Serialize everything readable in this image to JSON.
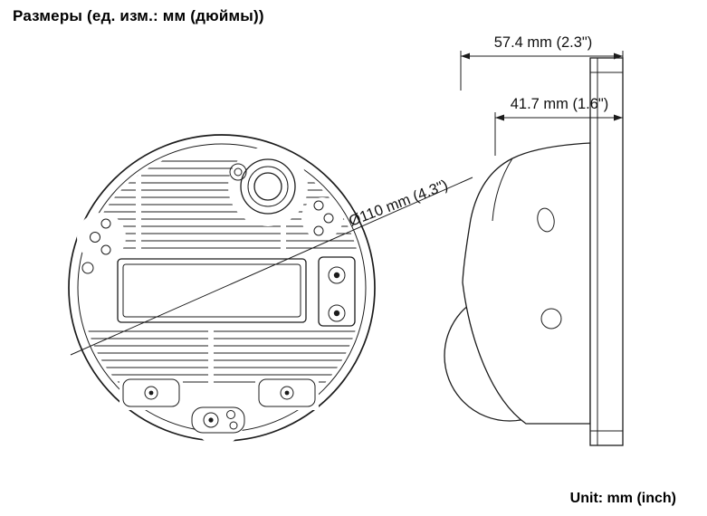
{
  "page": {
    "title": "Размеры (ед. изм.: мм (дюймы))",
    "unit_note": "Unit: mm (inch)"
  },
  "dimensions": {
    "depth_total": "57.4 mm (2.3\")",
    "depth_body": "41.7 mm (1.6\")",
    "diameter": "Ø110 mm (4.3\")"
  }
}
